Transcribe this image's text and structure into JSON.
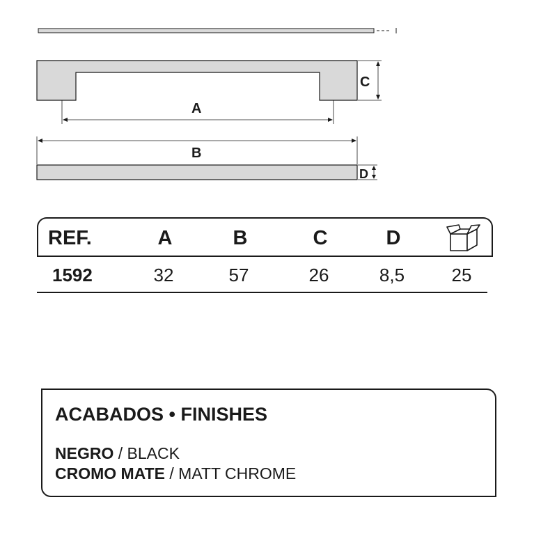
{
  "drawing": {
    "dim_labels": {
      "a": "A",
      "b": "B",
      "c": "C",
      "d": "D"
    },
    "fill_color": "#d9d9d9",
    "line_color": "#1a1a1a"
  },
  "spec_table": {
    "headers": [
      "REF.",
      "A",
      "B",
      "C",
      "D"
    ],
    "package_icon": "box-icon",
    "row": {
      "ref": "1592",
      "a": "32",
      "b": "57",
      "c": "26",
      "d": "8,5",
      "pack": "25"
    }
  },
  "finishes": {
    "title": "ACABADOS • FINISHES",
    "items": [
      {
        "name": "NEGRO",
        "translation": "/ BLACK"
      },
      {
        "name": "CROMO MATE",
        "translation": "/ MATT CHROME"
      }
    ]
  }
}
